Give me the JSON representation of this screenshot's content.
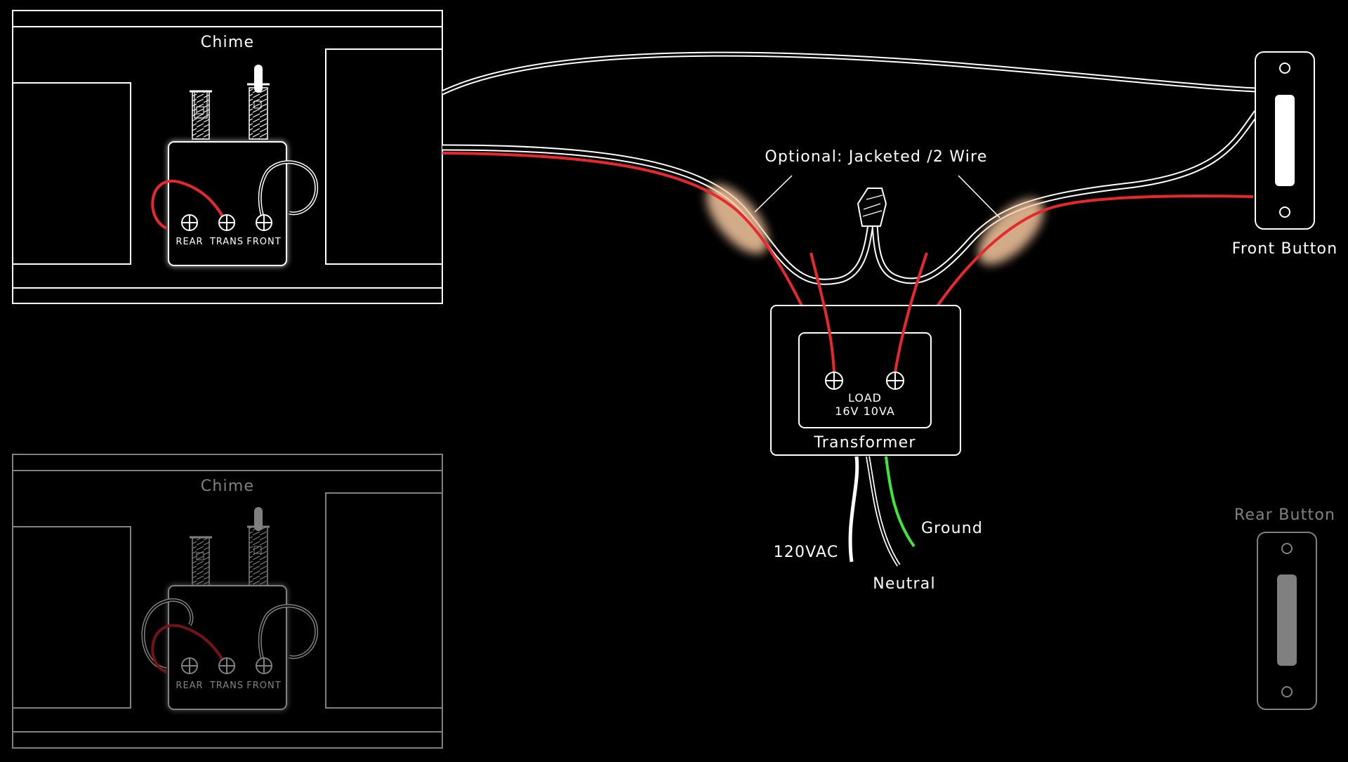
{
  "labels": {
    "chime_top": "Chime",
    "chime_bottom": "Chime",
    "terminal_rear": "REAR",
    "terminal_trans": "TRANS",
    "terminal_front": "FRONT",
    "terminal_rear_2": "REAR",
    "terminal_trans_2": "TRANS",
    "terminal_front_2": "FRONT",
    "optional_wire": "Optional: Jacketed /2 Wire",
    "transformer": "Transformer",
    "load_line1": "LOAD",
    "load_line2": "16V 10VA",
    "front_button": "Front Button",
    "rear_button": "Rear Button",
    "vac": "120VAC",
    "neutral": "Neutral",
    "ground": "Ground"
  },
  "colors": {
    "background": "#000000",
    "outline": "#ffffff",
    "hot_wire": "#e8282d",
    "ground_wire": "#3ee83a",
    "jacket_glow": "#f7c9a0"
  },
  "icons": {
    "terminal": "screw-terminal-icon",
    "wire_nut": "wire-nut-icon",
    "plunger": "chime-plunger-icon"
  }
}
